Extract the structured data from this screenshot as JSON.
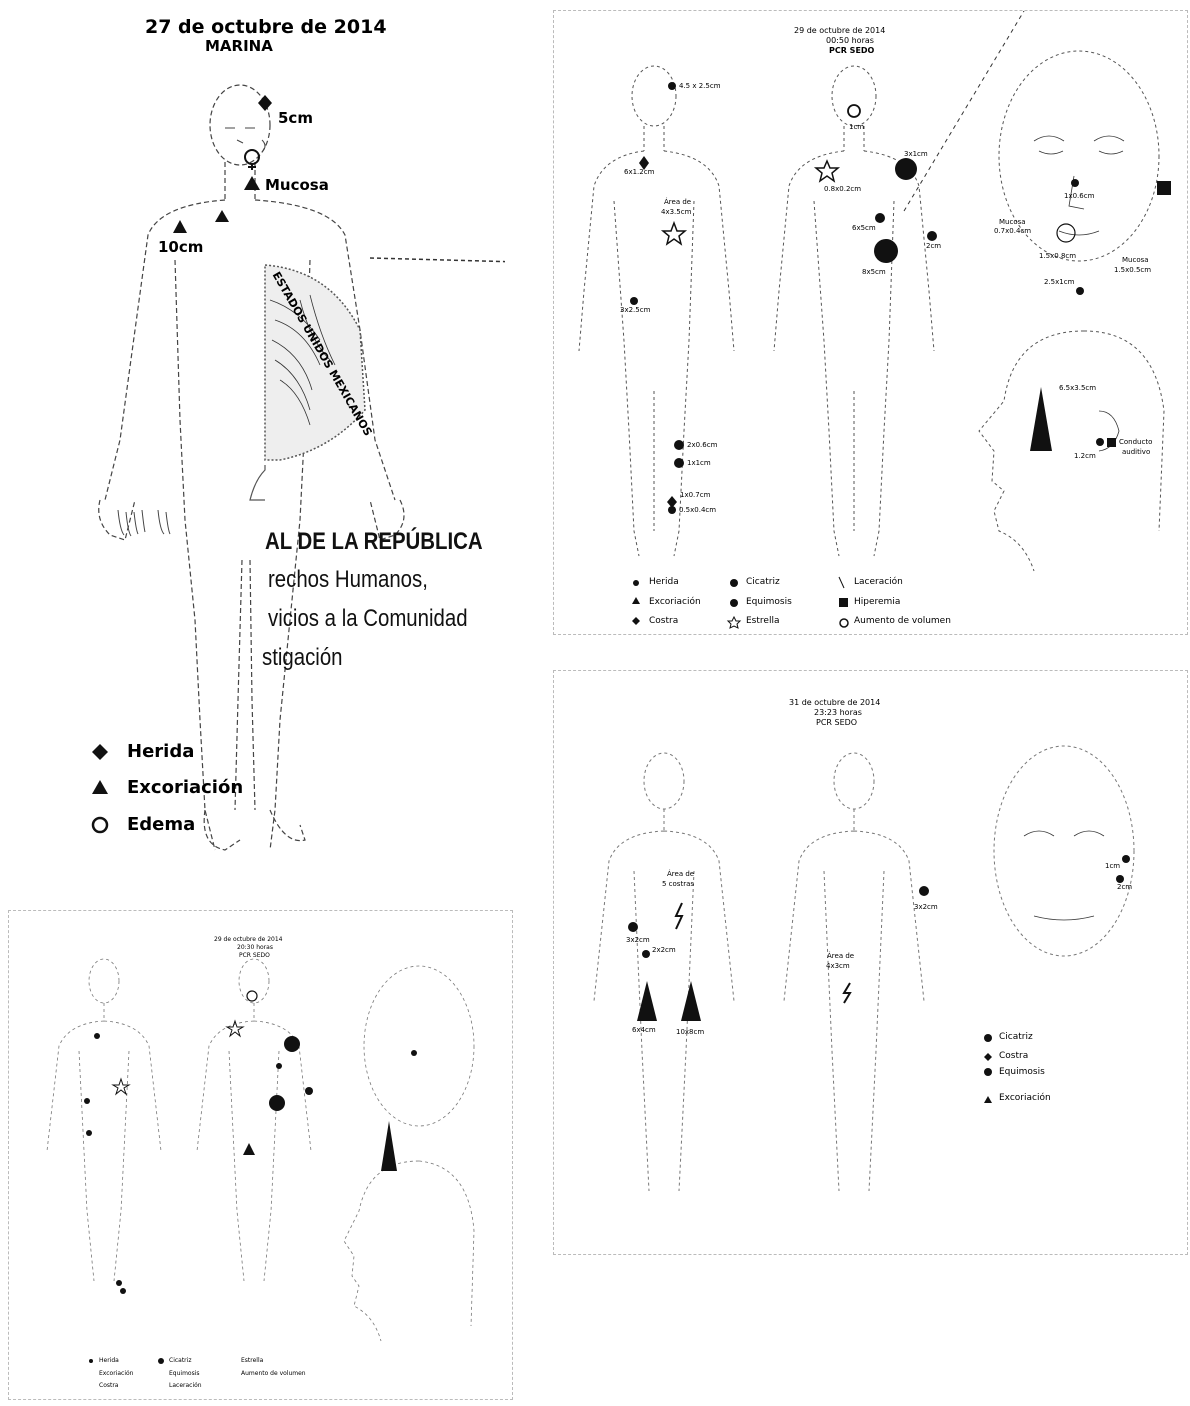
{
  "panel_a": {
    "date": "27 de octubre de 2014",
    "name": "MARINA",
    "labels": {
      "head_wound": "5cm",
      "mouth": "Mucosa",
      "shoulder": "10cm"
    },
    "legend": [
      {
        "symbol": "diamond",
        "label": "Herida"
      },
      {
        "symbol": "triangle",
        "label": "Excoriación"
      },
      {
        "symbol": "open-circle",
        "label": "Edema"
      }
    ],
    "stamp_lines": [
      "AL DE LA REPÚBLICA",
      "rechos Humanos,",
      "vicios a la Comunidad",
      "stigación"
    ],
    "seal_text": "ESTADOS UNIDOS MEXICANOS"
  },
  "panel_b": {
    "date": "29 de octubre de 2014",
    "time": "00:50 horas",
    "name": "PCR SEDO",
    "labels": {
      "head_top": "4.5 x 2.5cm",
      "shoulder": "6x1.2cm",
      "area": "Área de",
      "area_size": "4x3.5cm",
      "arm": "3x2.5cm",
      "leg1": "2x0.6cm",
      "leg2": "1x1cm",
      "ankle1": "1x0.7cm",
      "ankle2": "0.5x0.4cm",
      "back_head": "1cm",
      "back_star": "0.8x0.2cm",
      "back_big1": "3x1cm",
      "back_mid": "6x5cm",
      "back_right": "2cm",
      "back_big2": "8x5cm",
      "face_cheek": "1x0.6cm",
      "face_mucosa": "Mucosa",
      "face_mucosa_size": "0.7x0.4cm",
      "face_mucosa2": "Mucosa",
      "face_mucosa2_size": "1.5x0.5cm",
      "face_lip1": "1.5x0.8cm",
      "face_lip2": "2.5x1cm",
      "profile_size": "6.5x3.5cm",
      "profile_ear": "1.2cm",
      "profile_conduct": "Conducto",
      "profile_auditivo": "auditivo"
    },
    "legend": [
      {
        "symbol": "dot",
        "label": "Herida"
      },
      {
        "symbol": "triangle",
        "label": "Excoriación"
      },
      {
        "symbol": "diamond",
        "label": "Costra"
      },
      {
        "symbol": "dot",
        "label": "Cicatriz"
      },
      {
        "symbol": "dot",
        "label": "Equimosis"
      },
      {
        "symbol": "star",
        "label": "Estrella"
      },
      {
        "symbol": "slash",
        "label": "Laceración"
      },
      {
        "symbol": "square",
        "label": "Hiperemia"
      },
      {
        "symbol": "open-circle",
        "label": "Aumento de volumen"
      }
    ]
  },
  "panel_c": {
    "date": "29 de octubre de 2014",
    "time": "20:30 horas",
    "name": "PCR SEDO",
    "legend": [
      {
        "label": "Herida"
      },
      {
        "label": "Excoriación"
      },
      {
        "label": "Costra"
      },
      {
        "label": "Cicatriz"
      },
      {
        "label": "Equimosis"
      },
      {
        "label": "Laceración"
      },
      {
        "label": "Estrella"
      },
      {
        "label": "Aumento de volumen"
      }
    ]
  },
  "panel_d": {
    "date": "31 de octubre de 2014",
    "time": "23:23 horas",
    "name": "PCR SEDO",
    "labels": {
      "area1": "Área de",
      "area1_size": "5 costras",
      "left1": "3x2cm",
      "left2": "2x2cm",
      "tri1": "6x4cm",
      "tri2": "10x8cm",
      "back_dot": "3x2cm",
      "area2": "Área de",
      "area2_size": "4x3cm",
      "face1": "1cm",
      "face2": "2cm"
    },
    "legend": [
      {
        "symbol": "dot",
        "label": "Cicatriz"
      },
      {
        "symbol": "diamond",
        "label": "Costra"
      },
      {
        "symbol": "dot",
        "label": "Equimosis"
      },
      {
        "symbol": "triangle",
        "label": "Excoriación"
      }
    ]
  },
  "colors": {
    "ink": "#111111",
    "wound": "#a00000",
    "outline": "#444444"
  }
}
